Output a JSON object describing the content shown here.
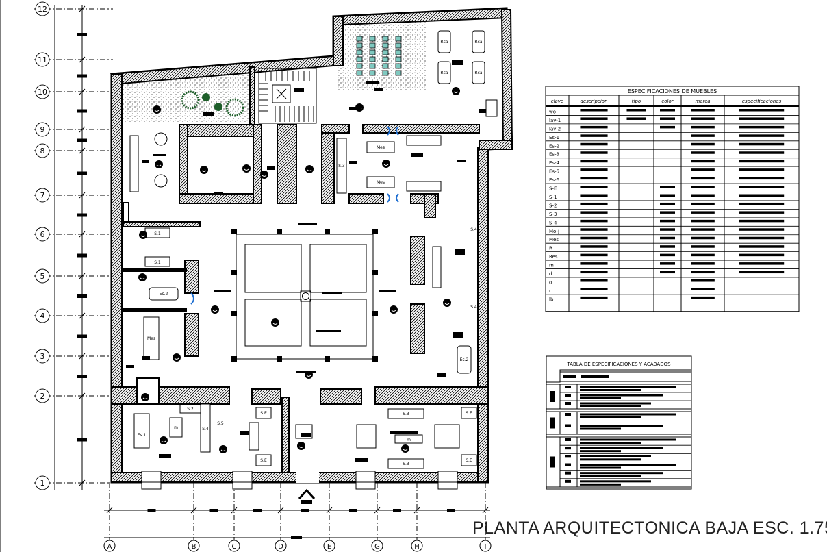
{
  "drawing_title": "PLANTA ARQUITECTONICA BAJA ESC. 1.75",
  "colors": {
    "ink": "#000000",
    "seats": "#7fc9c0",
    "trees": "#1e5e2a",
    "door_glass": "#1f6fd1"
  },
  "grid": {
    "rows": [
      "12",
      "11",
      "10",
      "9",
      "8",
      "7",
      "6",
      "5",
      "4",
      "3",
      "2",
      "1"
    ],
    "columns": [
      "A",
      "B",
      "C",
      "D",
      "E",
      "G",
      "H",
      "I"
    ]
  },
  "plan_labels": {
    "mesa_1": "Mes",
    "mesa_2": "Mes",
    "s3_top": "S.3",
    "desk_1": "Rca",
    "desk_2": "Rca",
    "desk_3": "Rca",
    "desk_4": "Rca",
    "s1_a": "S.1",
    "s1_b": "S.1",
    "es2": "Es.2",
    "mes_conf": "Mes",
    "s4_r1": "S.4",
    "s4_r2": "S.4",
    "es2_r": "Es.2",
    "s2_b": "S.2",
    "es1_b": "Es.1",
    "s4_b": "S.4",
    "s5_b": "S.5",
    "se_1": "S.E",
    "se_2": "S.E",
    "s3_b1": "S.3",
    "s3_b2": "S.3",
    "se_3": "S.E",
    "se_4": "S.E",
    "m_1": "m",
    "m_2": "m"
  },
  "furniture_table": {
    "title": "ESPECIFICACIONES DE MUEBLES",
    "headers": [
      "clave",
      "descripcion",
      "tipo",
      "color",
      "marca",
      "especificaciones"
    ],
    "rows": [
      {
        "clave": "wo",
        "redacted": [
          1,
          1,
          1,
          1,
          1
        ]
      },
      {
        "clave": "lav-1",
        "redacted": [
          1,
          1,
          1,
          1,
          1
        ]
      },
      {
        "clave": "lav-2",
        "redacted": [
          1,
          0,
          1,
          1,
          1
        ]
      },
      {
        "clave": "Es-1",
        "redacted": [
          1,
          0,
          0,
          1,
          1
        ]
      },
      {
        "clave": "Es-2",
        "redacted": [
          1,
          0,
          0,
          1,
          1
        ]
      },
      {
        "clave": "Es-3",
        "redacted": [
          1,
          0,
          0,
          1,
          1
        ]
      },
      {
        "clave": "Es-4",
        "redacted": [
          1,
          0,
          0,
          1,
          1
        ]
      },
      {
        "clave": "Es-5",
        "redacted": [
          1,
          0,
          0,
          1,
          1
        ]
      },
      {
        "clave": "Es-6",
        "redacted": [
          1,
          0,
          0,
          1,
          1
        ]
      },
      {
        "clave": "S-E",
        "redacted": [
          1,
          0,
          1,
          1,
          1
        ]
      },
      {
        "clave": "S-1",
        "redacted": [
          1,
          0,
          1,
          1,
          1
        ]
      },
      {
        "clave": "S-2",
        "redacted": [
          1,
          0,
          1,
          1,
          1
        ]
      },
      {
        "clave": "S-3",
        "redacted": [
          1,
          0,
          1,
          1,
          1
        ]
      },
      {
        "clave": "S-4",
        "redacted": [
          1,
          0,
          1,
          1,
          1
        ]
      },
      {
        "clave": "Mo-j",
        "redacted": [
          1,
          0,
          1,
          1,
          1
        ]
      },
      {
        "clave": "Mes",
        "redacted": [
          1,
          0,
          1,
          1,
          1
        ]
      },
      {
        "clave": "R",
        "redacted": [
          1,
          0,
          1,
          1,
          1
        ]
      },
      {
        "clave": "Res",
        "redacted": [
          1,
          0,
          1,
          1,
          1
        ]
      },
      {
        "clave": "m",
        "redacted": [
          1,
          0,
          1,
          1,
          1
        ]
      },
      {
        "clave": "d",
        "redacted": [
          1,
          0,
          1,
          1,
          1
        ]
      },
      {
        "clave": "o",
        "redacted": [
          1,
          0,
          0,
          1,
          0
        ]
      },
      {
        "clave": "r",
        "redacted": [
          1,
          0,
          0,
          1,
          0
        ]
      },
      {
        "clave": "lb",
        "redacted": [
          1,
          0,
          0,
          1,
          0
        ]
      },
      {
        "clave": "",
        "redacted": [
          0,
          0,
          0,
          0,
          0
        ]
      }
    ]
  },
  "finishes_table": {
    "title": "TABLA DE ESPECIFICACIONES Y ACABADOS",
    "groups": [
      {
        "rows": 3
      },
      {
        "rows": 2
      },
      {
        "rows": 6
      }
    ]
  }
}
